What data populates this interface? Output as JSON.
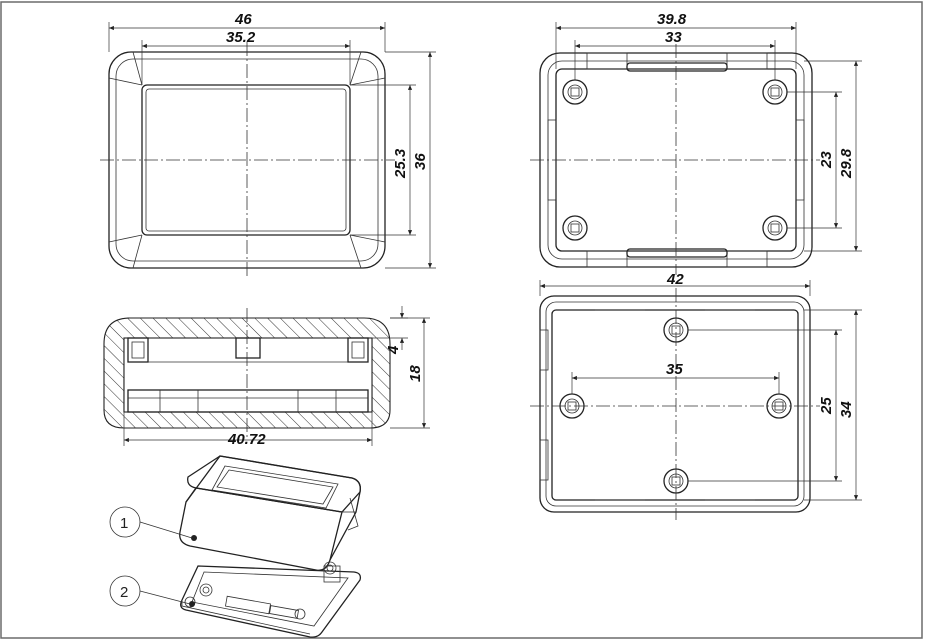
{
  "dimensions": {
    "top_left": {
      "width_outer": "46",
      "width_inner": "35.2",
      "height_inner": "25.3",
      "height_outer": "36"
    },
    "top_right": {
      "width_outer": "39.8",
      "width_inner": "33",
      "height_inner": "23",
      "height_outer": "29.8"
    },
    "section": {
      "depth_inner": "4",
      "height": "18",
      "width": "40.72"
    },
    "bottom_right": {
      "width_outer": "42",
      "hole_spacing": "35",
      "height_inner": "25",
      "height_outer": "34"
    }
  },
  "callouts": {
    "part1": "1",
    "part2": "2"
  }
}
